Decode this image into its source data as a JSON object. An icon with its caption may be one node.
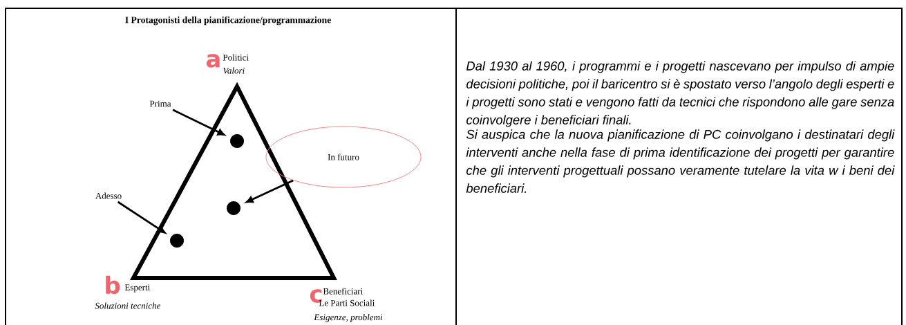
{
  "diagram": {
    "title": "I Protagonisti della pianificazione/programmazione",
    "nodes": [
      {
        "text": [
          "Prima"
        ]
      },
      {
        "text": [],
        "shape": "circle"
      },
      {
        "text": [
          "In futuro"
        ]
      },
      {
        "text": [
          "Adesso"
        ]
      },
      {
        "text": [],
        "shape": "circle"
      },
      {
        "text": [],
        "shape": "circle"
      }
    ],
    "edges": [
      {
        "from": 0,
        "to": 1,
        "arrow": "to"
      },
      {
        "from": 2,
        "to": 4,
        "arrow": "to"
      },
      {
        "from": 3,
        "to": 5,
        "arrow": "to"
      }
    ],
    "labels": [
      "a",
      "Politici",
      "Valori",
      "b",
      "Esperti",
      "Soluzioni tecniche",
      "c",
      "Beneficiari",
      "Le Parti Sociali",
      "Esigenze, problemi",
      "Dal 1930 al 1960, i programmi e i progetti nascevano per impulso di ampie decisioni politiche,  poi il baricentro si è spostato verso l’angolo degli esperti e i progetti  sono stati e vengono fatti da tecnici che rispondono alle gare senza coinvolgere i beneficiari finali.",
      "Si auspica che la nuova pianificazione di PC coinvolgano i destinatari degli interventi anche nella fase di prima identificazione dei progetti per garantire che gli interventi progettuali possano veramente tutelare la vita w i beni dei beneficiari."
    ]
  }
}
